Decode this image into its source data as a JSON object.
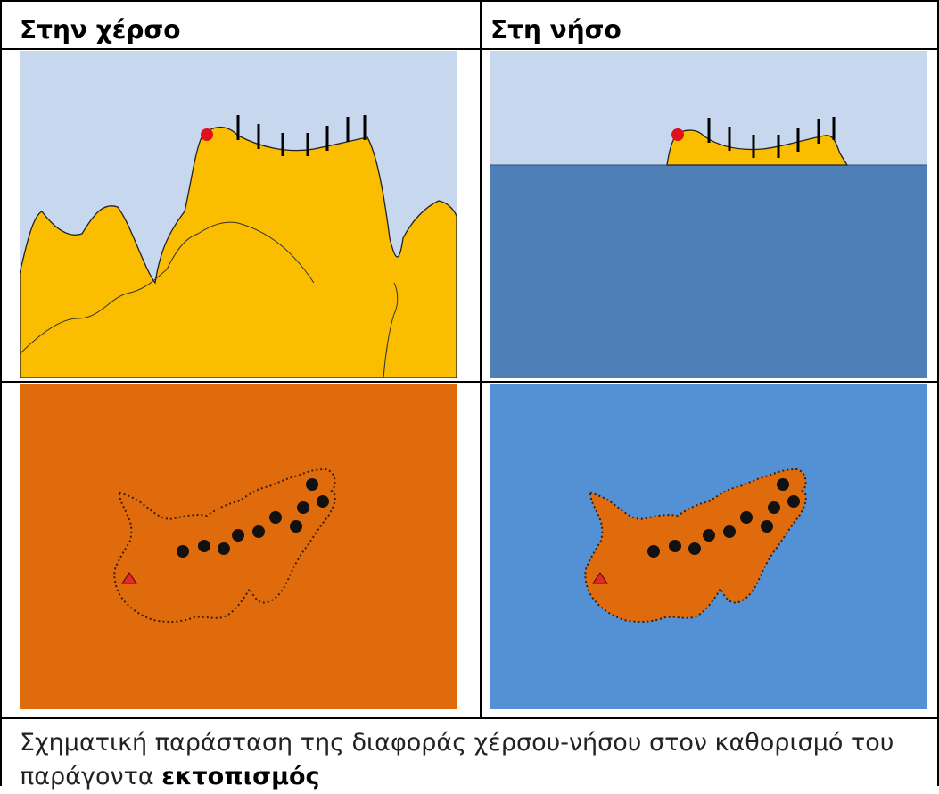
{
  "table": {
    "headers": {
      "mainland": "Στην χέρσο",
      "island": "Στη νήσο"
    },
    "caption": {
      "text_line1": "Σχηματική παράσταση της διαφοράς χέρσου-νήσου στον καθορισμό του",
      "text_line2": "παράγοντα",
      "emphasis": "εκτοπισμός"
    }
  },
  "colors": {
    "sky": "#c6d7ee",
    "land": "#fbbd00",
    "sea_cross_section": "#4f7fb7",
    "mainland_map_background": "#e06b0d",
    "island_map_background": "#5490d4",
    "island_map_land": "#e06b0d",
    "dot_marker": "#111111",
    "triangle_marker": "#e02b2b",
    "red_point": "#e0101d"
  },
  "icons": {
    "start_point": "red-circle-icon",
    "route_marker": "black-dot-icon",
    "origin_marker": "red-triangle-icon",
    "fence_marker": "vertical-tick-icon"
  }
}
